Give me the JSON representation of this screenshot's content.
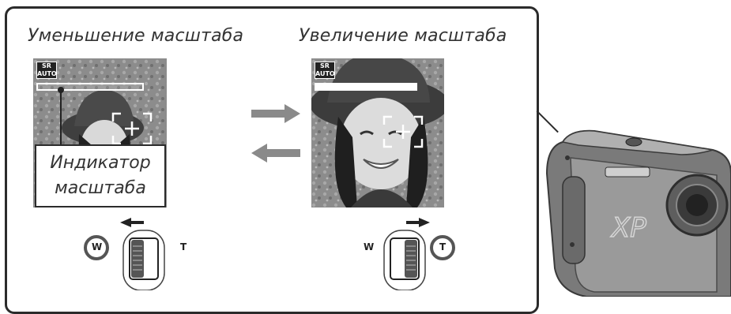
{
  "labels": {
    "zoom_out": "Уменьшение масштаба",
    "zoom_in": "Увеличение масштаба",
    "indicator_line1": "Индикатор",
    "indicator_line2": "масштаба"
  },
  "badge": {
    "line1": "SR",
    "line2": "AUTO"
  },
  "zoom_indicator": {
    "zoom_out_level": 0.0,
    "zoom_in_level": 1.0
  },
  "switch_left": {
    "wide_label": "W",
    "tele_label": "T",
    "arrow": "arrow-left-icon",
    "highlighted": "W"
  },
  "switch_right": {
    "wide_label": "W",
    "tele_label": "T",
    "arrow": "arrow-right-icon",
    "highlighted": "T"
  },
  "colors": {
    "arrow_gray": "#8a8a8a",
    "frame": "#2b2b2b"
  },
  "icons": [
    "arrow-right-icon",
    "arrow-left-icon",
    "focus-frame-icon",
    "camera-icon",
    "sr-auto-icon"
  ]
}
